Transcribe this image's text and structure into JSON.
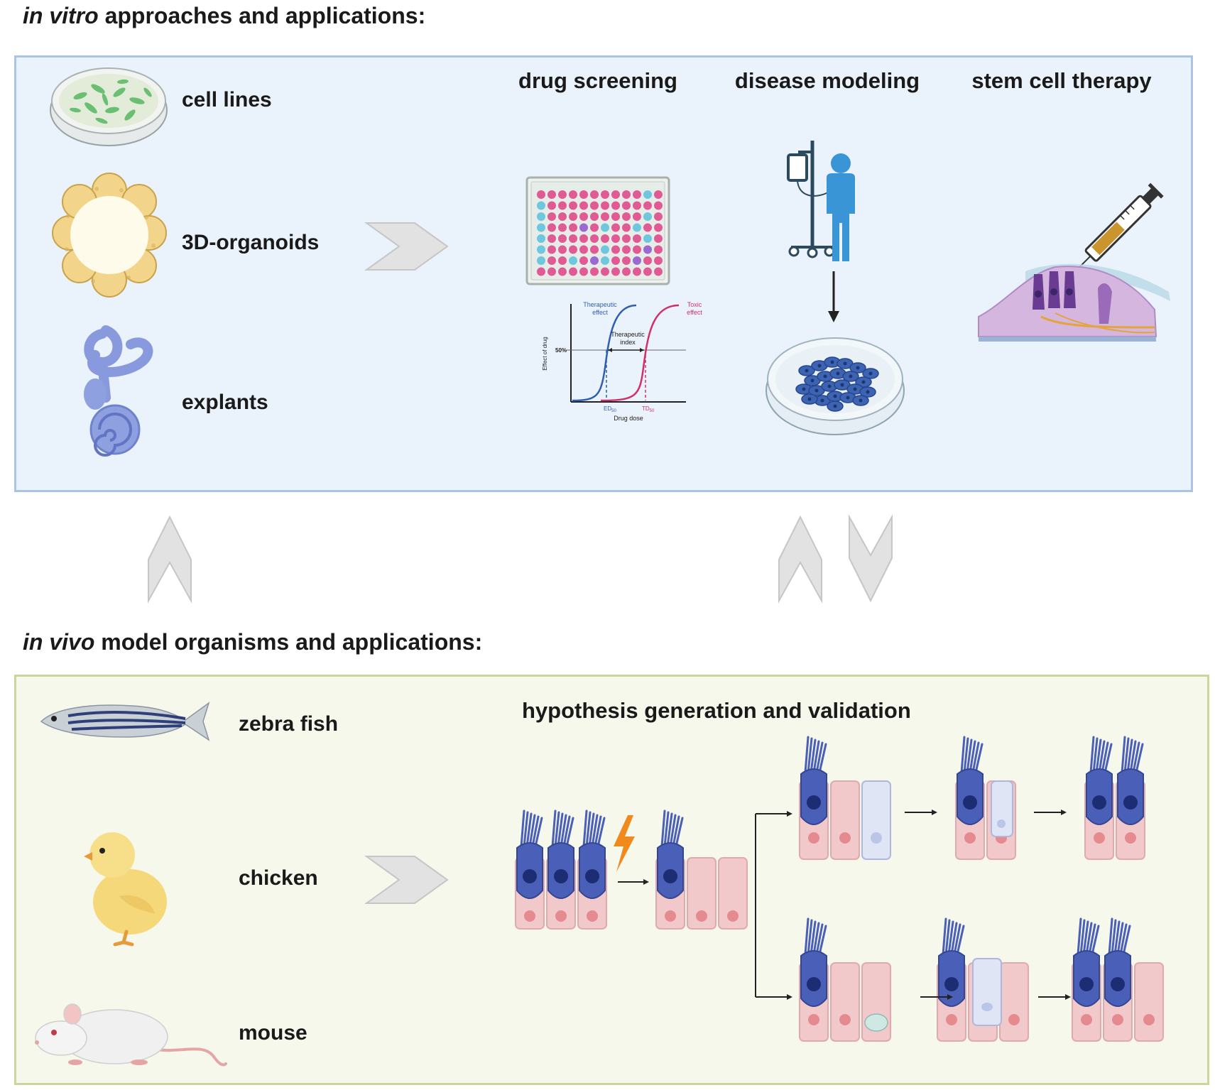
{
  "in_vitro": {
    "heading_italic": "in vitro",
    "heading_rest": " approaches and applications:",
    "models": [
      "cell lines",
      "3D-organoids",
      "explants"
    ],
    "applications": [
      "drug screening",
      "disease modeling",
      "stem cell therapy"
    ],
    "dose_chart": {
      "therapeutic_effect": [
        "Therapeutic",
        "effect"
      ],
      "toxic_effect": [
        "Toxic",
        "effect"
      ],
      "therapeutic_index": [
        "Therapeutic",
        "index"
      ],
      "y_label": "Effect of drug",
      "x_label": "Drug dose",
      "fifty": "50%",
      "ed50": "ED",
      "td50": "TD",
      "sub50": "50"
    }
  },
  "in_vivo": {
    "heading_italic": "in vivo",
    "heading_rest": " model organisms and applications:",
    "models": [
      "zebra fish",
      "chicken",
      "mouse"
    ],
    "application": "hypothesis generation and validation"
  },
  "colors": {
    "in_vitro_bg": "#eaf2fb",
    "in_vivo_bg": "#f6f8ec",
    "hair_cell": "#4a5fb8",
    "support_cell": "#f2c9cb",
    "chevron": "#e2e2e2"
  }
}
